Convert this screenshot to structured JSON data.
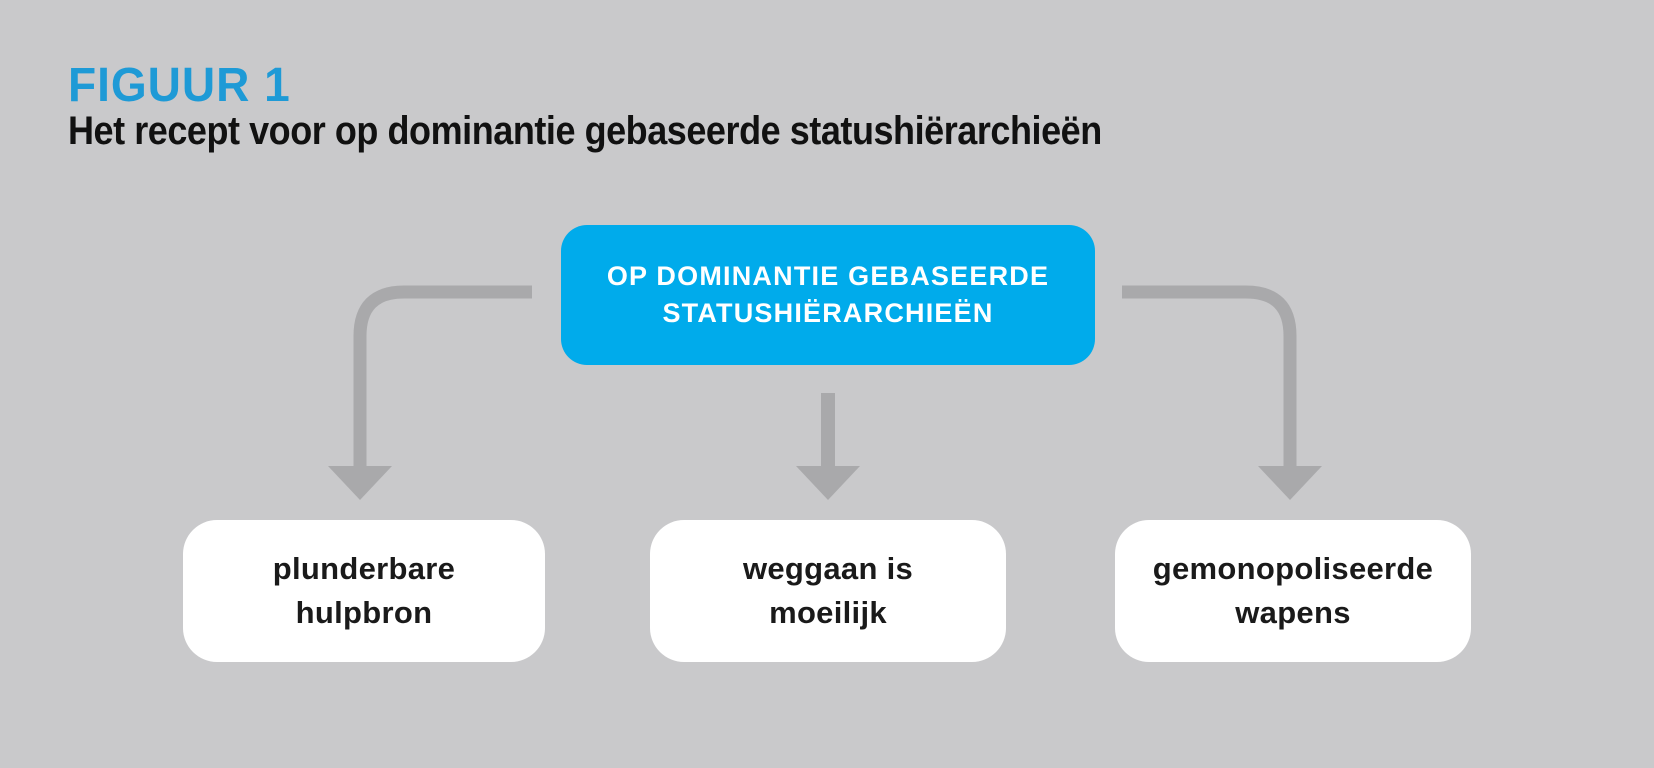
{
  "figure": {
    "label": "FIGUUR 1",
    "title": "Het recept voor op dominantie gebaseerde statushiërarchieën"
  },
  "diagram": {
    "root": {
      "lines": [
        "OP DOMINANTIE GEBASEERDE",
        "STATUSHIËRARCHIEËN"
      ]
    },
    "children": [
      {
        "lines": [
          "plunderbare",
          "hulpbron"
        ]
      },
      {
        "lines": [
          "weggaan is",
          "moeilijk"
        ]
      },
      {
        "lines": [
          "gemonopoliseerde",
          "wapens"
        ]
      }
    ]
  },
  "colors": {
    "background": "#C9C9CB",
    "root_node_blue": "#00ABEB",
    "figure_label_blue": "#1E9AD6",
    "arrow_gray": "#A9A9AB",
    "child_node_white": "#FFFFFF",
    "text_dark": "#111111",
    "root_text_white": "#FFFFFF"
  }
}
